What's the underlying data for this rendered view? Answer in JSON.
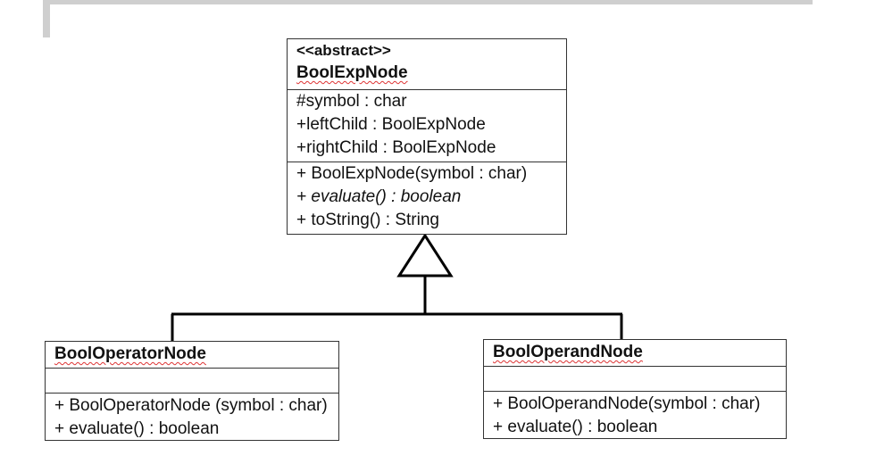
{
  "classes": {
    "base": {
      "stereotype": "<<abstract>>",
      "name": "BoolExpNode",
      "attributes": [
        "#symbol : char",
        "+leftChild : BoolExpNode",
        "+rightChild : BoolExpNode"
      ],
      "operations": [
        {
          "text": "+ BoolExpNode(symbol : char)",
          "italic": false
        },
        {
          "text": "+ evaluate() : boolean",
          "italic": true
        },
        {
          "text": "+ toString() : String",
          "italic": false
        }
      ]
    },
    "left": {
      "name": "BoolOperatorNode",
      "attributes": [],
      "operations": [
        "+  BoolOperatorNode (symbol : char)",
        "+ evaluate() : boolean"
      ]
    },
    "right": {
      "name": "BoolOperandNode",
      "attributes": [],
      "operations": [
        "+ BoolOperandNode(symbol : char)",
        "+ evaluate() : boolean"
      ]
    }
  },
  "colors": {
    "line": "#000000",
    "border": "#333333",
    "spell_squiggle": "#dd3333",
    "grammar_underline": "#3a6fd8",
    "frame": "#cfcfcf"
  }
}
